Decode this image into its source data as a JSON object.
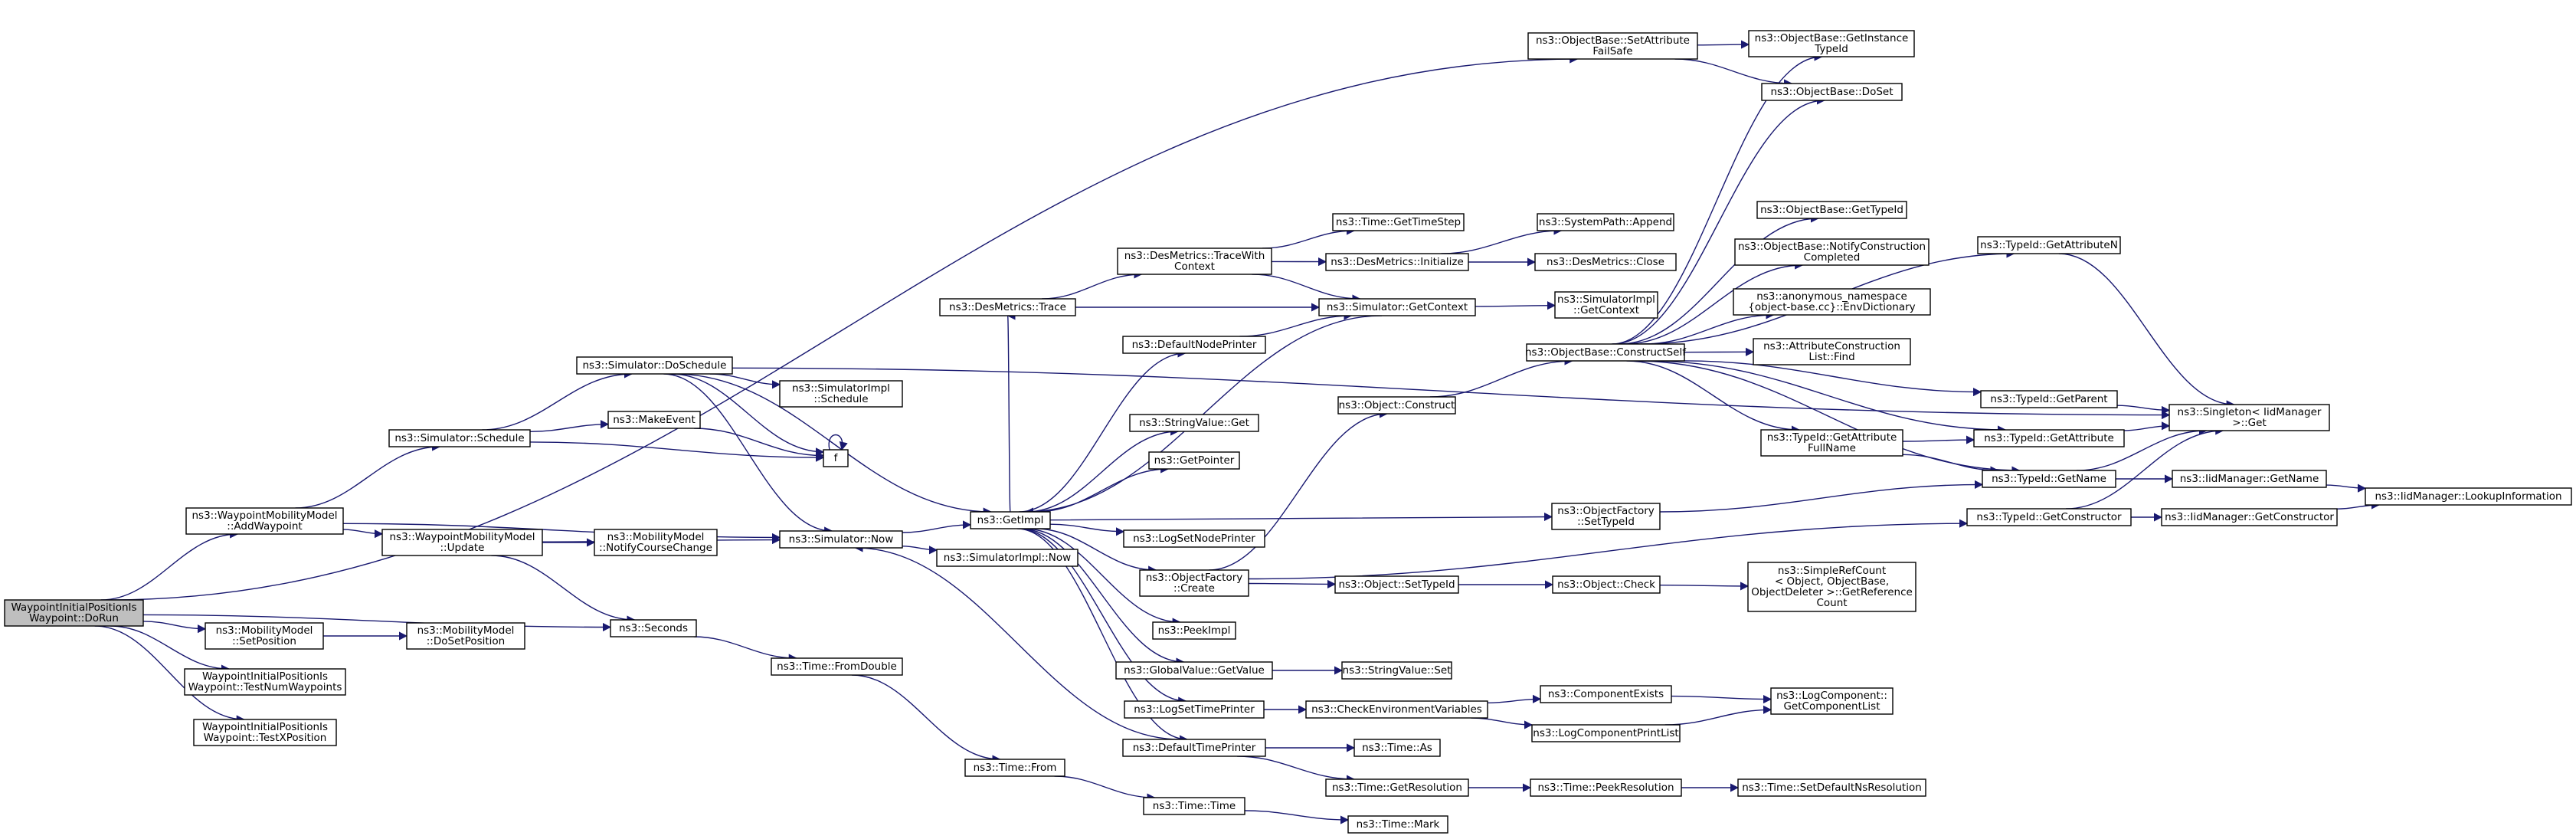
{
  "colors": {
    "edge": "#191970",
    "border": "#000000",
    "truncated_border": "#ff0000",
    "root_fill": "#bfbfbf",
    "node_fill": "#ffffff"
  },
  "nodes": [
    {
      "id": "root",
      "lines": [
        "WaypointInitialPositionIs",
        "Waypoint::DoRun"
      ],
      "root": true
    },
    {
      "id": "addwaypoint",
      "lines": [
        "ns3::WaypointMobilityModel",
        "::AddWaypoint"
      ]
    },
    {
      "id": "setposition",
      "lines": [
        "ns3::MobilityModel",
        "::SetPosition"
      ]
    },
    {
      "id": "testnum",
      "lines": [
        "WaypointInitialPositionIs",
        "Waypoint::TestNumWaypoints"
      ]
    },
    {
      "id": "testx",
      "lines": [
        "WaypointInitialPositionIs",
        "Waypoint::TestXPosition"
      ]
    },
    {
      "id": "schedule",
      "lines": [
        "ns3::Simulator::Schedule"
      ]
    },
    {
      "id": "wmmupdate",
      "lines": [
        "ns3::WaypointMobilityModel",
        "::Update"
      ]
    },
    {
      "id": "dosetposition",
      "lines": [
        "ns3::MobilityModel",
        "::DoSetPosition"
      ]
    },
    {
      "id": "doschedule",
      "lines": [
        "ns3::Simulator::DoSchedule"
      ]
    },
    {
      "id": "makeevent",
      "lines": [
        "ns3::MakeEvent"
      ]
    },
    {
      "id": "f",
      "lines": [
        "f"
      ]
    },
    {
      "id": "now",
      "lines": [
        "ns3::Simulator::Now"
      ]
    },
    {
      "id": "notify",
      "lines": [
        "ns3::MobilityModel",
        "::NotifyCourseChange"
      ]
    },
    {
      "id": "seconds",
      "lines": [
        "ns3::Seconds"
      ]
    },
    {
      "id": "fromdouble",
      "lines": [
        "ns3::Time::FromDouble"
      ]
    },
    {
      "id": "simimplschedule",
      "lines": [
        "ns3::SimulatorImpl",
        "::Schedule"
      ]
    },
    {
      "id": "simimplnow",
      "lines": [
        "ns3::SimulatorImpl::Now"
      ]
    },
    {
      "id": "getimpl",
      "lines": [
        "ns3::GetImpl"
      ]
    },
    {
      "id": "timefrom",
      "lines": [
        "ns3::Time::From"
      ]
    },
    {
      "id": "desmetricstrace",
      "lines": [
        "ns3::DesMetrics::Trace"
      ]
    },
    {
      "id": "tracewithcontext",
      "lines": [
        "ns3::DesMetrics::TraceWith",
        "Context"
      ]
    },
    {
      "id": "defaultnodeprinter",
      "lines": [
        "ns3::DefaultNodePrinter"
      ]
    },
    {
      "id": "stringvalueget",
      "lines": [
        "ns3::StringValue::Get"
      ]
    },
    {
      "id": "getpointer",
      "lines": [
        "ns3::GetPointer"
      ]
    },
    {
      "id": "logsetnodeprinter",
      "lines": [
        "ns3::LogSetNodePrinter"
      ]
    },
    {
      "id": "ofcreate",
      "lines": [
        "ns3::ObjectFactory",
        "::Create"
      ]
    },
    {
      "id": "peekimpl",
      "lines": [
        "ns3::PeekImpl"
      ]
    },
    {
      "id": "globalvalueget",
      "lines": [
        "ns3::GlobalValue::GetValue"
      ]
    },
    {
      "id": "logsettimeprinter",
      "lines": [
        "ns3::LogSetTimePrinter"
      ]
    },
    {
      "id": "defaulttimeprinter",
      "lines": [
        "ns3::DefaultTimePrinter"
      ]
    },
    {
      "id": "timetime",
      "lines": [
        "ns3::Time::Time"
      ]
    },
    {
      "id": "timemark",
      "lines": [
        "ns3::Time::Mark"
      ]
    },
    {
      "id": "gettimestep",
      "lines": [
        "ns3::Time::GetTimeStep"
      ]
    },
    {
      "id": "desinit",
      "lines": [
        "ns3::DesMetrics::Initialize"
      ],
      "truncated": true
    },
    {
      "id": "simgetcontext",
      "lines": [
        "ns3::Simulator::GetContext"
      ]
    },
    {
      "id": "objconstruct",
      "lines": [
        "ns3::Object::Construct"
      ]
    },
    {
      "id": "objsettypeid",
      "lines": [
        "ns3::Object::SetTypeId"
      ]
    },
    {
      "id": "stringvalueset",
      "lines": [
        "ns3::StringValue::Set"
      ]
    },
    {
      "id": "checkenv",
      "lines": [
        "ns3::CheckEnvironmentVariables"
      ]
    },
    {
      "id": "timeas",
      "lines": [
        "ns3::Time::As"
      ]
    },
    {
      "id": "getresolution",
      "lines": [
        "ns3::Time::GetResolution"
      ]
    },
    {
      "id": "syspathappend",
      "lines": [
        "ns3::SystemPath::Append"
      ]
    },
    {
      "id": "desclose",
      "lines": [
        "ns3::DesMetrics::Close"
      ]
    },
    {
      "id": "simimplgetcontext",
      "lines": [
        "ns3::SimulatorImpl",
        "::GetContext"
      ]
    },
    {
      "id": "constructself",
      "lines": [
        "ns3::ObjectBase::ConstructSelf"
      ]
    },
    {
      "id": "ofsettypeid",
      "lines": [
        "ns3::ObjectFactory",
        "::SetTypeId"
      ]
    },
    {
      "id": "objcheck",
      "lines": [
        "ns3::Object::Check"
      ]
    },
    {
      "id": "compexists",
      "lines": [
        "ns3::ComponentExists"
      ]
    },
    {
      "id": "logcompprintlist",
      "lines": [
        "ns3::LogComponentPrintList"
      ]
    },
    {
      "id": "peekresolution",
      "lines": [
        "ns3::Time::PeekResolution"
      ]
    },
    {
      "id": "setattrfailsafe",
      "lines": [
        "ns3::ObjectBase::SetAttribute",
        "FailSafe"
      ]
    },
    {
      "id": "getinstancetypeid",
      "lines": [
        "ns3::ObjectBase::GetInstance",
        "TypeId"
      ]
    },
    {
      "id": "doset",
      "lines": [
        "ns3::ObjectBase::DoSet"
      ]
    },
    {
      "id": "gettypeid",
      "lines": [
        "ns3::ObjectBase::GetTypeId"
      ],
      "truncated": true
    },
    {
      "id": "notifyconstruction",
      "lines": [
        "ns3::ObjectBase::NotifyConstruction",
        "Completed"
      ]
    },
    {
      "id": "envdictionary",
      "lines": [
        "ns3::anonymous_namespace",
        "{object-base.cc}::EnvDictionary"
      ]
    },
    {
      "id": "attrconstructionfind",
      "lines": [
        "ns3::AttributeConstruction",
        "List::Find"
      ]
    },
    {
      "id": "getattrfullname",
      "lines": [
        "ns3::TypeId::GetAttribute",
        "FullName"
      ]
    },
    {
      "id": "simplerefcount",
      "lines": [
        "ns3::SimpleRefCount",
        "< Object, ObjectBase,",
        "ObjectDeleter >::GetReference",
        "Count"
      ]
    },
    {
      "id": "getcomponentlist",
      "lines": [
        "ns3::LogComponent::",
        "GetComponentList"
      ]
    },
    {
      "id": "setdefaultnsres",
      "lines": [
        "ns3::Time::SetDefaultNsResolution"
      ],
      "truncated": true
    },
    {
      "id": "getattributen",
      "lines": [
        "ns3::TypeId::GetAttributeN"
      ],
      "truncated": true
    },
    {
      "id": "getparent",
      "lines": [
        "ns3::TypeId::GetParent"
      ],
      "truncated": true
    },
    {
      "id": "getattribute",
      "lines": [
        "ns3::TypeId::GetAttribute"
      ],
      "truncated": true
    },
    {
      "id": "typeidgetname",
      "lines": [
        "ns3::TypeId::GetName"
      ]
    },
    {
      "id": "getconstructor",
      "lines": [
        "ns3::TypeId::GetConstructor"
      ]
    },
    {
      "id": "singletonget",
      "lines": [
        "ns3::Singleton< IidManager",
        ">::Get"
      ]
    },
    {
      "id": "iidgetname",
      "lines": [
        "ns3::IidManager::GetName"
      ]
    },
    {
      "id": "iidgetconstructor",
      "lines": [
        "ns3::IidManager::GetConstructor"
      ]
    },
    {
      "id": "lookupinfo",
      "lines": [
        "ns3::IidManager::LookupInformation"
      ]
    }
  ],
  "edges": [
    [
      "root",
      "addwaypoint"
    ],
    [
      "root",
      "setposition"
    ],
    [
      "root",
      "testnum"
    ],
    [
      "root",
      "testx"
    ],
    [
      "root",
      "setattrfailsafe"
    ],
    [
      "root",
      "seconds"
    ],
    [
      "addwaypoint",
      "schedule"
    ],
    [
      "addwaypoint",
      "wmmupdate"
    ],
    [
      "addwaypoint",
      "now"
    ],
    [
      "setposition",
      "dosetposition"
    ],
    [
      "schedule",
      "doschedule"
    ],
    [
      "schedule",
      "makeevent"
    ],
    [
      "schedule",
      "f"
    ],
    [
      "wmmupdate",
      "notify"
    ],
    [
      "wmmupdate",
      "now"
    ],
    [
      "wmmupdate",
      "seconds"
    ],
    [
      "doschedule",
      "simimplschedule"
    ],
    [
      "doschedule",
      "now"
    ],
    [
      "doschedule",
      "getimpl"
    ],
    [
      "doschedule",
      "f"
    ],
    [
      "doschedule",
      "singletonget"
    ],
    [
      "makeevent",
      "f"
    ],
    [
      "f",
      "f"
    ],
    [
      "now",
      "getimpl"
    ],
    [
      "now",
      "simimplnow"
    ],
    [
      "seconds",
      "fromdouble"
    ],
    [
      "fromdouble",
      "timefrom"
    ],
    [
      "timefrom",
      "timetime"
    ],
    [
      "timetime",
      "timemark"
    ],
    [
      "getimpl",
      "desmetricstrace"
    ],
    [
      "getimpl",
      "defaultnodeprinter"
    ],
    [
      "getimpl",
      "stringvalueget"
    ],
    [
      "getimpl",
      "getpointer"
    ],
    [
      "getimpl",
      "logsetnodeprinter"
    ],
    [
      "getimpl",
      "ofcreate"
    ],
    [
      "getimpl",
      "peekimpl"
    ],
    [
      "getimpl",
      "globalvalueget"
    ],
    [
      "getimpl",
      "logsettimeprinter"
    ],
    [
      "getimpl",
      "defaulttimeprinter"
    ],
    [
      "getimpl",
      "ofsettypeid"
    ],
    [
      "desmetricstrace",
      "tracewithcontext"
    ],
    [
      "desmetricstrace",
      "simgetcontext"
    ],
    [
      "tracewithcontext",
      "gettimestep"
    ],
    [
      "tracewithcontext",
      "desinit"
    ],
    [
      "tracewithcontext",
      "simgetcontext"
    ],
    [
      "desinit",
      "syspathappend"
    ],
    [
      "desinit",
      "desclose"
    ],
    [
      "defaultnodeprinter",
      "simgetcontext"
    ],
    [
      "simgetcontext",
      "getimpl"
    ],
    [
      "simgetcontext",
      "simimplgetcontext"
    ],
    [
      "ofcreate",
      "objconstruct"
    ],
    [
      "ofcreate",
      "objsettypeid"
    ],
    [
      "ofcreate",
      "getconstructor"
    ],
    [
      "objconstruct",
      "constructself"
    ],
    [
      "objsettypeid",
      "objcheck"
    ],
    [
      "objcheck",
      "simplerefcount"
    ],
    [
      "globalvalueget",
      "stringvalueset"
    ],
    [
      "logsettimeprinter",
      "checkenv"
    ],
    [
      "checkenv",
      "compexists"
    ],
    [
      "checkenv",
      "logcompprintlist"
    ],
    [
      "compexists",
      "getcomponentlist"
    ],
    [
      "logcompprintlist",
      "getcomponentlist"
    ],
    [
      "defaulttimeprinter",
      "timeas"
    ],
    [
      "defaulttimeprinter",
      "getresolution"
    ],
    [
      "defaulttimeprinter",
      "now"
    ],
    [
      "getresolution",
      "peekresolution"
    ],
    [
      "peekresolution",
      "setdefaultnsres"
    ],
    [
      "ofsettypeid",
      "typeidgetname"
    ],
    [
      "setattrfailsafe",
      "getinstancetypeid"
    ],
    [
      "setattrfailsafe",
      "doset"
    ],
    [
      "constructself",
      "getinstancetypeid"
    ],
    [
      "constructself",
      "doset"
    ],
    [
      "constructself",
      "gettypeid"
    ],
    [
      "constructself",
      "notifyconstruction"
    ],
    [
      "constructself",
      "envdictionary"
    ],
    [
      "constructself",
      "attrconstructionfind"
    ],
    [
      "constructself",
      "getattrfullname"
    ],
    [
      "constructself",
      "getattributen"
    ],
    [
      "constructself",
      "getparent"
    ],
    [
      "constructself",
      "getattribute"
    ],
    [
      "constructself",
      "typeidgetname"
    ],
    [
      "getattrfullname",
      "getattribute"
    ],
    [
      "getattrfullname",
      "typeidgetname"
    ],
    [
      "getattributen",
      "singletonget"
    ],
    [
      "getparent",
      "singletonget"
    ],
    [
      "getattribute",
      "singletonget"
    ],
    [
      "typeidgetname",
      "singletonget"
    ],
    [
      "typeidgetname",
      "iidgetname"
    ],
    [
      "getconstructor",
      "singletonget"
    ],
    [
      "getconstructor",
      "iidgetconstructor"
    ],
    [
      "iidgetname",
      "lookupinfo"
    ],
    [
      "iidgetconstructor",
      "lookupinfo"
    ]
  ]
}
